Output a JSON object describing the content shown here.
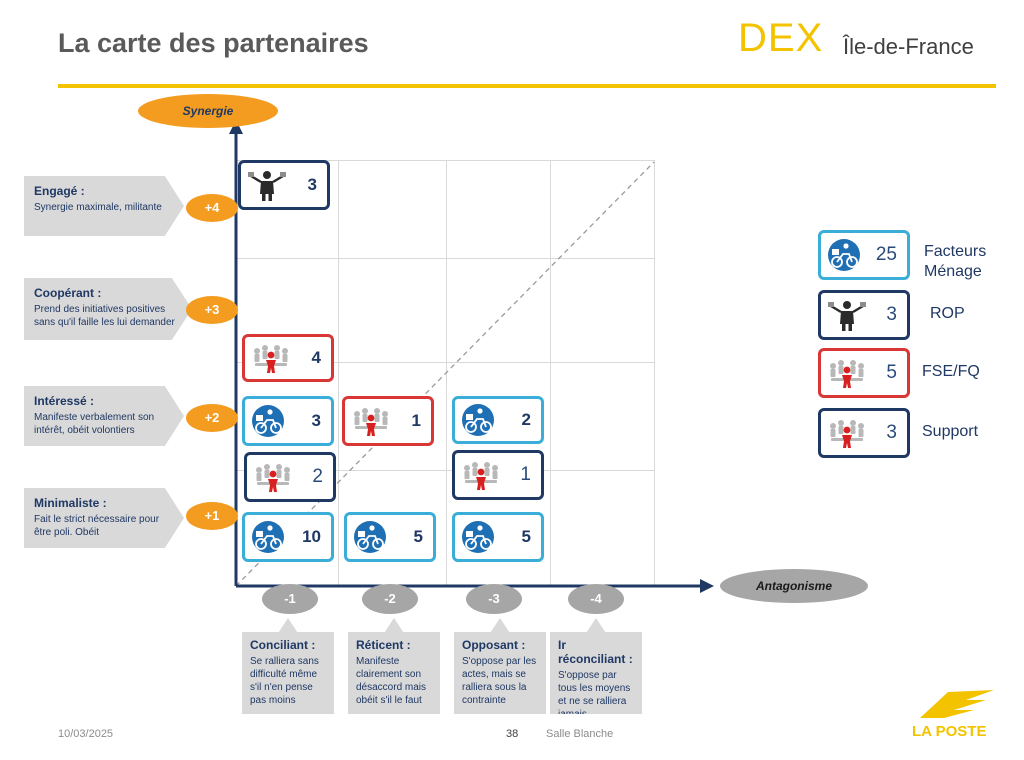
{
  "header": {
    "title": "La carte des partenaires",
    "logo_brand": "DEX",
    "logo_region": "Île-de-France"
  },
  "axes": {
    "y_label": "Synergie",
    "x_label": "Antagonisme"
  },
  "levels_y": [
    {
      "badge": "+4",
      "title": "Engagé :",
      "description": "Synergie maximale, militante"
    },
    {
      "badge": "+3",
      "title": "Coopérant :",
      "description": "Prend des initiatives positives sans qu'il faille les lui demander"
    },
    {
      "badge": "+2",
      "title": "Intéressé :",
      "description": "Manifeste verbalement son intérêt, obéit volontiers"
    },
    {
      "badge": "+1",
      "title": "Minimaliste :",
      "description": "Fait le strict nécessaire pour être poli. Obéit"
    }
  ],
  "levels_x": [
    {
      "badge": "-1",
      "title": "Conciliant :",
      "description": "Se ralliera sans difficulté même s'il n'en pense pas moins"
    },
    {
      "badge": "-2",
      "title": "Réticent :",
      "description": "Manifeste clairement son désaccord mais obéit s'il le faut"
    },
    {
      "badge": "-3",
      "title": "Opposant :",
      "description": "S'oppose par les actes, mais se ralliera sous la contrainte"
    },
    {
      "badge": "-4",
      "title": "Ir réconciliant :",
      "description": "S'oppose par tous les moyens et ne se ralliera jamais"
    }
  ],
  "cards": [
    {
      "group": "rop",
      "count": "3",
      "icon": "businessman-icon"
    },
    {
      "group": "fse",
      "count": "4",
      "icon": "team-red-icon"
    },
    {
      "group": "facteurs",
      "count": "3",
      "icon": "postman-bike-icon"
    },
    {
      "group": "fse",
      "count": "1",
      "icon": "team-red-icon"
    },
    {
      "group": "facteurs",
      "count": "2",
      "icon": "postman-bike-icon"
    },
    {
      "group": "support",
      "count": "2",
      "icon": "team-red-icon"
    },
    {
      "group": "support",
      "count": "1",
      "icon": "team-red-icon"
    },
    {
      "group": "facteurs",
      "count": "10",
      "icon": "postman-bike-icon"
    },
    {
      "group": "facteurs",
      "count": "5",
      "icon": "postman-bike-icon"
    },
    {
      "group": "facteurs",
      "count": "5",
      "icon": "postman-bike-icon"
    }
  ],
  "legend": [
    {
      "group": "facteurs",
      "count": "25",
      "label_line1": "Facteurs",
      "label_line2": "Ménage",
      "icon": "postman-bike-icon"
    },
    {
      "group": "rop",
      "count": "3",
      "label_line1": "ROP",
      "label_line2": "",
      "icon": "businessman-icon"
    },
    {
      "group": "fse",
      "count": "5",
      "label_line1": "FSE/FQ",
      "label_line2": "",
      "icon": "team-red-icon"
    },
    {
      "group": "support",
      "count": "3",
      "label_line1": "Support",
      "label_line2": "",
      "icon": "team-red-icon"
    }
  ],
  "colors": {
    "accent_gold": "#f3c300",
    "orange": "#f39c1f",
    "navy": "#1f3864",
    "facteurs_border": "#3aaed8",
    "fse_border": "#d93636",
    "support_border": "#1f3864",
    "rop_border": "#1f3864"
  },
  "footer": {
    "date": "10/03/2025",
    "page": "38",
    "room": "Salle Blanche",
    "brand": "LA POSTE"
  }
}
